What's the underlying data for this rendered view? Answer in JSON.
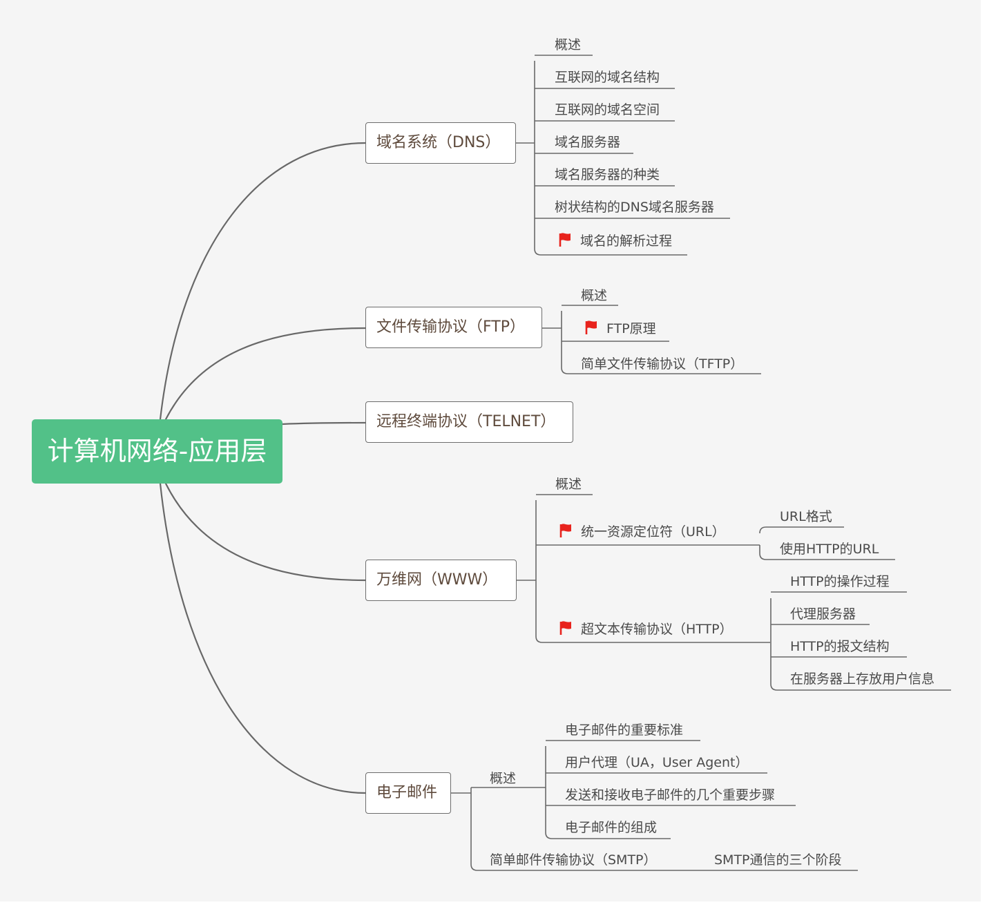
{
  "title": "计算机网络-应用层",
  "colors": {
    "root_bg": "#52c188",
    "line": "#686868",
    "flag": "#e8231d",
    "branch_text": "#5e4a3c",
    "leaf_text": "#4a4a4a"
  },
  "branches": {
    "dns": {
      "label": "域名系统（DNS）",
      "children": [
        "概述",
        "互联网的域名结构",
        "互联网的域名空间",
        "域名服务器",
        "域名服务器的种类",
        "树状结构的DNS域名服务器",
        "域名的解析过程"
      ]
    },
    "ftp": {
      "label": "文件传输协议（FTP）",
      "children": [
        "概述",
        "FTP原理",
        "简单文件传输协议（TFTP）"
      ]
    },
    "telnet": {
      "label": "远程终端协议（TELNET）"
    },
    "www": {
      "label": "万维网（WWW）",
      "children": [
        "概述",
        "统一资源定位符（URL）",
        "超文本传输协议（HTTP）"
      ],
      "url_children": [
        "URL格式",
        "使用HTTP的URL"
      ],
      "http_children": [
        "HTTP的操作过程",
        "代理服务器",
        "HTTP的报文结构",
        "在服务器上存放用户信息"
      ]
    },
    "email": {
      "label": "电子邮件",
      "children": [
        "概述",
        "简单邮件传输协议（SMTP）"
      ],
      "overview_children": [
        "电子邮件的重要标准",
        "用户代理（UA，User Agent）",
        "发送和接收电子邮件的几个重要步骤",
        "电子邮件的组成"
      ],
      "smtp_children": [
        "SMTP通信的三个阶段"
      ]
    }
  }
}
